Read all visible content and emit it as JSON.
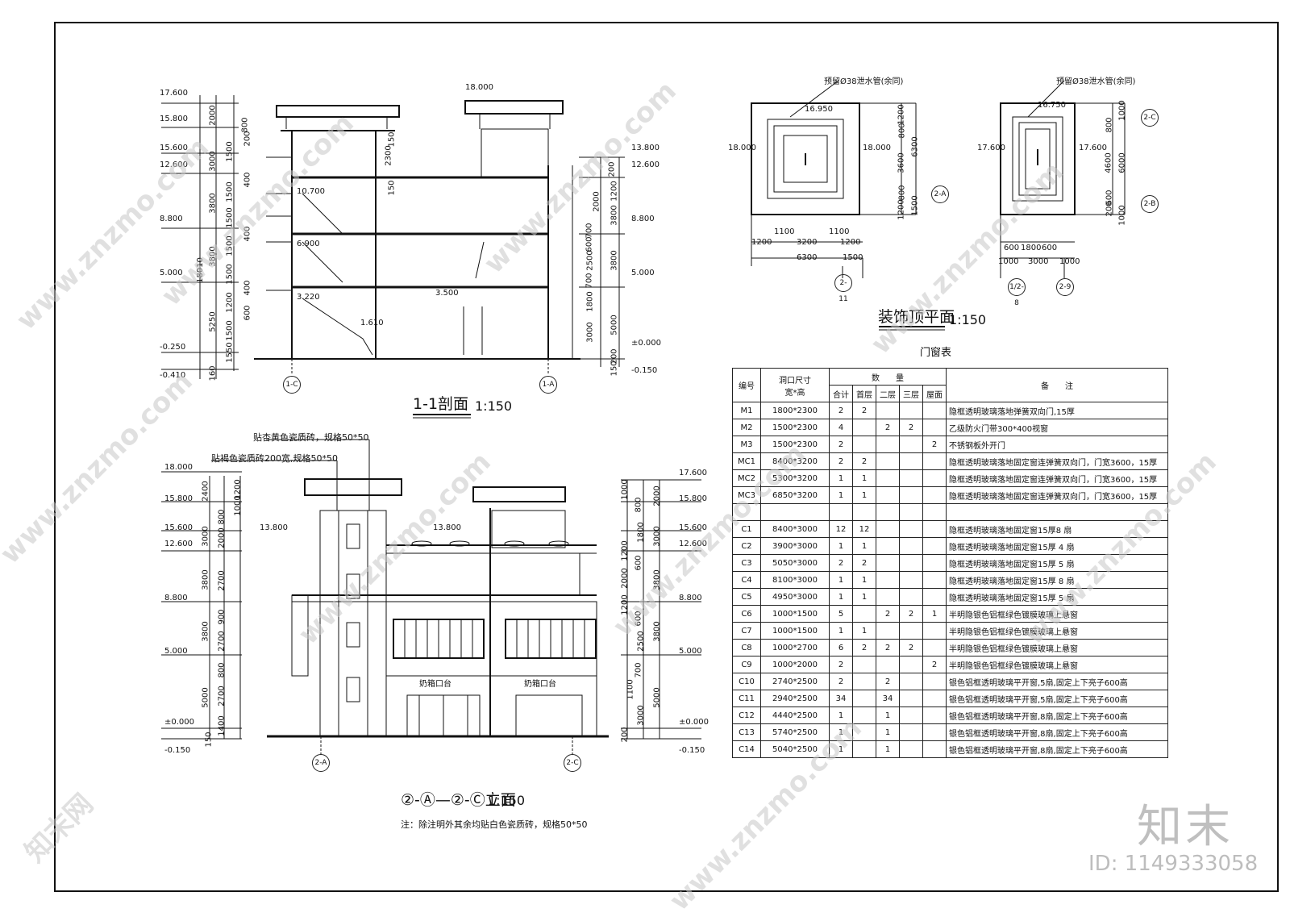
{
  "section": {
    "title": "1-1剖面",
    "scale": "1:150",
    "left_levels": [
      "17.600",
      "15.800",
      "15.600",
      "12.600",
      "8.800",
      "5.000",
      "-0.250",
      "-0.410"
    ],
    "right_levels": [
      "13.800",
      "12.600",
      "8.800",
      "5.000",
      "±0.000",
      "-0.150"
    ],
    "top_level": "18.000",
    "inner_levels": [
      "10.700",
      "6.900",
      "3.220",
      "3.500",
      "1.610"
    ],
    "left_dims_outer": [
      "2000",
      "3000",
      "3800",
      "3800",
      "5250",
      "18010",
      "160"
    ],
    "left_dims_inner": [
      "800",
      "1500",
      "1500",
      "1500",
      "1500",
      "1500",
      "1200",
      "1500",
      "1550"
    ],
    "left_dims_small": [
      "200",
      "400",
      "400",
      "400",
      "600"
    ],
    "right_dims": [
      "200",
      "1200",
      "2000",
      "3800",
      "3800",
      "5000",
      "200",
      "150"
    ],
    "mid_dims": [
      "2300",
      "150",
      "150",
      "700",
      "600",
      "2500",
      "1800",
      "700",
      "3000"
    ],
    "axes": [
      "1-C",
      "1-A"
    ]
  },
  "roof_plan": {
    "title": "装饰顶平面",
    "scale": "1:150",
    "note_left": "预留Ø38泄水管(余同)",
    "note_right": "预留Ø38泄水管(余同)",
    "left_levels": [
      "16.950",
      "18.000",
      "18.000"
    ],
    "right_levels": [
      "16.750",
      "17.600",
      "17.600"
    ],
    "left_bottom_dims": [
      "1100",
      "1100",
      "1200",
      "3200",
      "1200",
      "6300",
      "1500"
    ],
    "left_side_dims": [
      "1200",
      "800",
      "3600",
      "6300",
      "800",
      "1200",
      "1500"
    ],
    "right_bottom_dims": [
      "600",
      "1800",
      "600",
      "1000",
      "3000",
      "1000"
    ],
    "right_side_dims": [
      "1000",
      "800",
      "4600",
      "6000",
      "600",
      "200",
      "1000"
    ],
    "axes": [
      "2-11",
      "2-A",
      "1/2-8",
      "2-9",
      "2-C",
      "2-B"
    ]
  },
  "elevation": {
    "title": "②-Ⓐ—②-Ⓒ立面",
    "scale": "1:150",
    "label_yellow": "贴杏黄色瓷质砖，规格50*50",
    "label_brown": "贴褐色瓷质砖200宽,规格50*50",
    "note": "注：除注明外其余均贴白色瓷质砖，规格50*50",
    "left_levels": [
      "18.000",
      "15.800",
      "15.600",
      "12.600",
      "8.800",
      "5.000",
      "±0.000",
      "-0.150"
    ],
    "right_levels": [
      "17.600",
      "15.800",
      "15.600",
      "12.600",
      "8.800",
      "5.000",
      "±0.000",
      "-0.150"
    ],
    "inner_levels": [
      "13.800",
      "13.800"
    ],
    "left_dims_outer": [
      "2400",
      "3000",
      "3800",
      "3800",
      "5000",
      "150"
    ],
    "left_dims_inner": [
      "1200",
      "1000",
      "800",
      "2000",
      "2700",
      "900",
      "2700",
      "800",
      "2700",
      "1400"
    ],
    "right_dims_outer": [
      "2000",
      "3000",
      "3800",
      "3800",
      "5000",
      "200"
    ],
    "right_dims_inner": [
      "1000",
      "800",
      "1800",
      "1200",
      "600",
      "2000",
      "1200",
      "600",
      "2500",
      "700",
      "1100",
      "3000"
    ],
    "axes": [
      "2-A",
      "2-C"
    ],
    "door_label": "奶箱口台"
  },
  "table": {
    "caption": "门窗表",
    "headers": {
      "id": "编号",
      "size": "洞口尺寸",
      "size_sub": "宽*高",
      "qty": "数　　量",
      "qty_cols": [
        "合计",
        "首层",
        "二层",
        "三层",
        "屋面"
      ],
      "remark": "备　　注"
    },
    "rows": [
      [
        "M1",
        "1800*2300",
        "2",
        "2",
        "",
        "",
        "",
        "隐框透明玻璃落地弹簧双向门,15厚"
      ],
      [
        "M2",
        "1500*2300",
        "4",
        "",
        "2",
        "2",
        "",
        "乙级防火门带300*400视窗"
      ],
      [
        "M3",
        "1500*2300",
        "2",
        "",
        "",
        "",
        "2",
        "不锈钢板外开门"
      ],
      [
        "MC1",
        "8400*3200",
        "2",
        "2",
        "",
        "",
        "",
        "隐框透明玻璃落地固定窗连弹簧双向门，门宽3600，15厚"
      ],
      [
        "MC2",
        "5300*3200",
        "1",
        "1",
        "",
        "",
        "",
        "隐框透明玻璃落地固定窗连弹簧双向门，门宽3600，15厚"
      ],
      [
        "MC3",
        "6850*3200",
        "1",
        "1",
        "",
        "",
        "",
        "隐框透明玻璃落地固定窗连弹簧双向门，门宽3600，15厚"
      ],
      [
        "",
        "",
        "",
        "",
        "",
        "",
        "",
        ""
      ],
      [
        "C1",
        "8400*3000",
        "12",
        "12",
        "",
        "",
        "",
        "隐框透明玻璃落地固定窗15厚8 扇"
      ],
      [
        "C2",
        "3900*3000",
        "1",
        "1",
        "",
        "",
        "",
        "隐框透明玻璃落地固定窗15厚 4 扇"
      ],
      [
        "C3",
        "5050*3000",
        "2",
        "2",
        "",
        "",
        "",
        "隐框透明玻璃落地固定窗15厚 5 扇"
      ],
      [
        "C4",
        "8100*3000",
        "1",
        "1",
        "",
        "",
        "",
        "隐框透明玻璃落地固定窗15厚 8 扇"
      ],
      [
        "C5",
        "4950*3000",
        "1",
        "1",
        "",
        "",
        "",
        "隐框透明玻璃落地固定窗15厚 5 扇"
      ],
      [
        "C6",
        "1000*1500",
        "5",
        "",
        "2",
        "2",
        "1",
        "半明隐银色铝框绿色镀膜玻璃上悬窗"
      ],
      [
        "C7",
        "1000*1500",
        "1",
        "1",
        "",
        "",
        "",
        "半明隐银色铝框绿色镀膜玻璃上悬窗"
      ],
      [
        "C8",
        "1000*2700",
        "6",
        "2",
        "2",
        "2",
        "",
        "半明隐银色铝框绿色镀膜玻璃上悬窗"
      ],
      [
        "C9",
        "1000*2000",
        "2",
        "",
        "",
        "",
        "2",
        "半明隐银色铝框绿色镀膜玻璃上悬窗"
      ],
      [
        "C10",
        "2740*2500",
        "2",
        "",
        "2",
        "",
        "",
        "银色铝框透明玻璃平开窗,5扇,固定上下亮子600高"
      ],
      [
        "C11",
        "2940*2500",
        "34",
        "",
        "34",
        "",
        "",
        "银色铝框透明玻璃平开窗,5扇,固定上下亮子600高"
      ],
      [
        "C12",
        "4440*2500",
        "1",
        "",
        "1",
        "",
        "",
        "银色铝框透明玻璃平开窗,8扇,固定上下亮子600高"
      ],
      [
        "C13",
        "5740*2500",
        "1",
        "",
        "1",
        "",
        "",
        "银色铝框透明玻璃平开窗,8扇,固定上下亮子600高"
      ],
      [
        "C14",
        "5040*2500",
        "1",
        "",
        "1",
        "",
        "",
        "银色铝框透明玻璃平开窗,8扇,固定上下亮子600高"
      ]
    ]
  },
  "watermark": {
    "site": "www.znzmo.com",
    "brand": "知末网",
    "logo": "知末",
    "image_id": "ID: 1149333058"
  }
}
